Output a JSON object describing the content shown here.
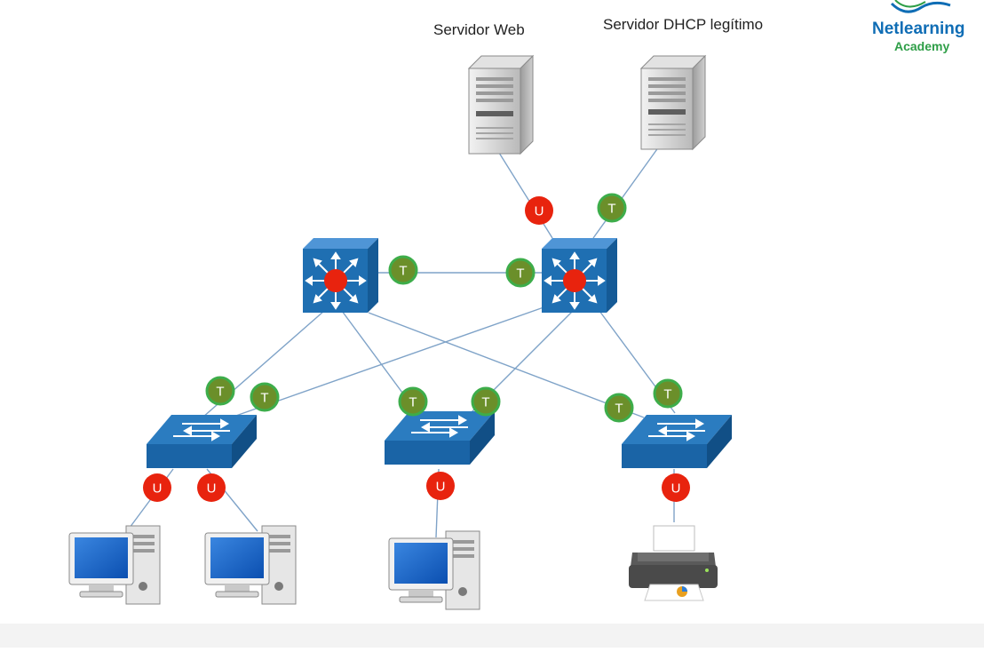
{
  "labels": {
    "web_server": "Servidor Web",
    "dhcp_server": "Servidor DHCP legítimo"
  },
  "logo": {
    "name": "Netlearning",
    "sub": "Academy"
  },
  "port_tags": {
    "untagged": "U",
    "tagged": "T"
  },
  "colors": {
    "untagged": "#e8230e",
    "tagged": "#6b8f2a",
    "tagged_ring": "#3dad4a",
    "switch": "#1f6fb2",
    "link": "#7fa3c8"
  }
}
